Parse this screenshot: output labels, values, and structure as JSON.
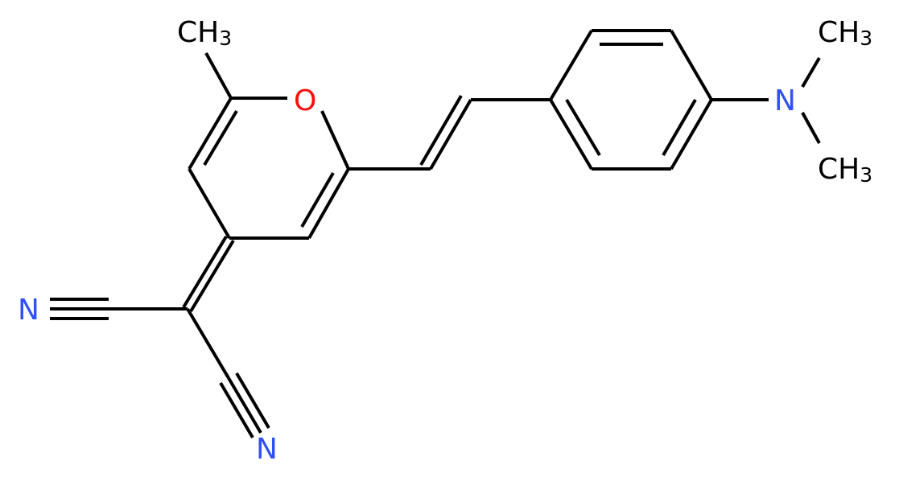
{
  "molecule": {
    "atoms": {
      "methyl_top": {
        "main": "CH",
        "sub": "3"
      },
      "oxygen": {
        "main": "O"
      },
      "nitrogen_amine": {
        "main": "N"
      },
      "methyl_right_top": {
        "main": "CH",
        "sub": "3"
      },
      "methyl_right_bottom": {
        "main": "CH",
        "sub": "3"
      },
      "nitrile_n_left": {
        "main": "N"
      },
      "nitrile_n_bottom": {
        "main": "N"
      }
    },
    "colors": {
      "carbon": "#000000",
      "oxygen": "#ff0d0d",
      "nitrogen": "#3050f8",
      "bond": "#000000"
    }
  }
}
